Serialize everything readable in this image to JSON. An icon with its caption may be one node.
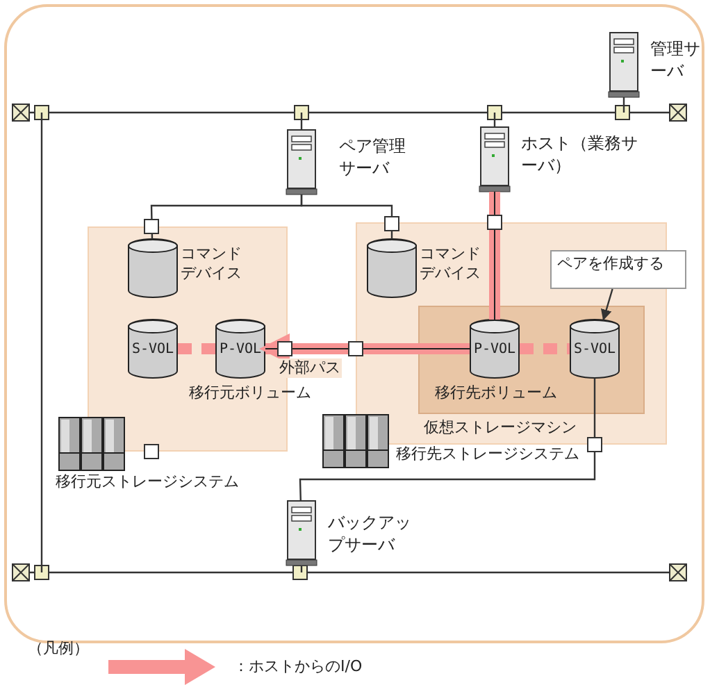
{
  "diagram": {
    "nodes": [
      {
        "text": [
          "管理サーバ"
        ]
      },
      {
        "text": [
          "ペア管理サーバ"
        ]
      },
      {
        "text": [
          "ホスト（業務サーバ）"
        ]
      },
      {
        "text": [
          "移行元ストレージシステム"
        ]
      },
      {
        "text": [
          "コマンドデバイス"
        ],
        "in": 3
      },
      {
        "text": [
          "S-VOL"
        ],
        "in": 3
      },
      {
        "text": [
          "P-VOL",
          "移行元ボリューム"
        ],
        "in": 3
      },
      {
        "text": [
          "移行先ストレージシステム"
        ]
      },
      {
        "text": [
          "コマンドデバイス"
        ],
        "in": 7
      },
      {
        "text": [
          "仮想ストレージマシン"
        ],
        "in": 7
      },
      {
        "text": [
          "P-VOL",
          "移行先ボリューム"
        ],
        "in": 9
      },
      {
        "text": [
          "S-VOL"
        ],
        "in": 9
      },
      {
        "text": [
          "ペアを作成する"
        ]
      },
      {
        "text": [
          "バックアップサーバ"
        ]
      },
      {
        "text": [],
        "shape": "bar"
      },
      {
        "text": [],
        "shape": "bar"
      }
    ],
    "edges": [
      {
        "from": 0,
        "to": 14,
        "arrow": "none"
      },
      {
        "from": 1,
        "to": 14,
        "arrow": "none"
      },
      {
        "from": 2,
        "to": 14,
        "arrow": "none"
      },
      {
        "from": 13,
        "to": 15,
        "arrow": "none"
      },
      {
        "from": 1,
        "to": 4,
        "arrow": "none"
      },
      {
        "from": 1,
        "to": 8,
        "arrow": "none"
      },
      {
        "from": 2,
        "to": 10,
        "arrow": "none",
        "style": "thick",
        "color": "#f89494"
      },
      {
        "from": 10,
        "to": 6,
        "arrow": "to",
        "label": "外部パス",
        "style": "thick",
        "color": "#f89494"
      },
      {
        "from": 6,
        "to": 5,
        "arrow": "none",
        "style": "dashed",
        "color": "#f89494"
      },
      {
        "from": 10,
        "to": 11,
        "arrow": "none",
        "style": "dashed",
        "color": "#f89494"
      },
      {
        "from": 11,
        "to": 13,
        "arrow": "none"
      },
      {
        "from": 12,
        "to": 11,
        "arrow": "to"
      },
      {
        "from": 14,
        "to": 15,
        "arrow": "none"
      }
    ],
    "labels": [
      "（凡例）"
    ],
    "legend": [
      {
        "text": "：ホストからのI/O"
      }
    ]
  }
}
